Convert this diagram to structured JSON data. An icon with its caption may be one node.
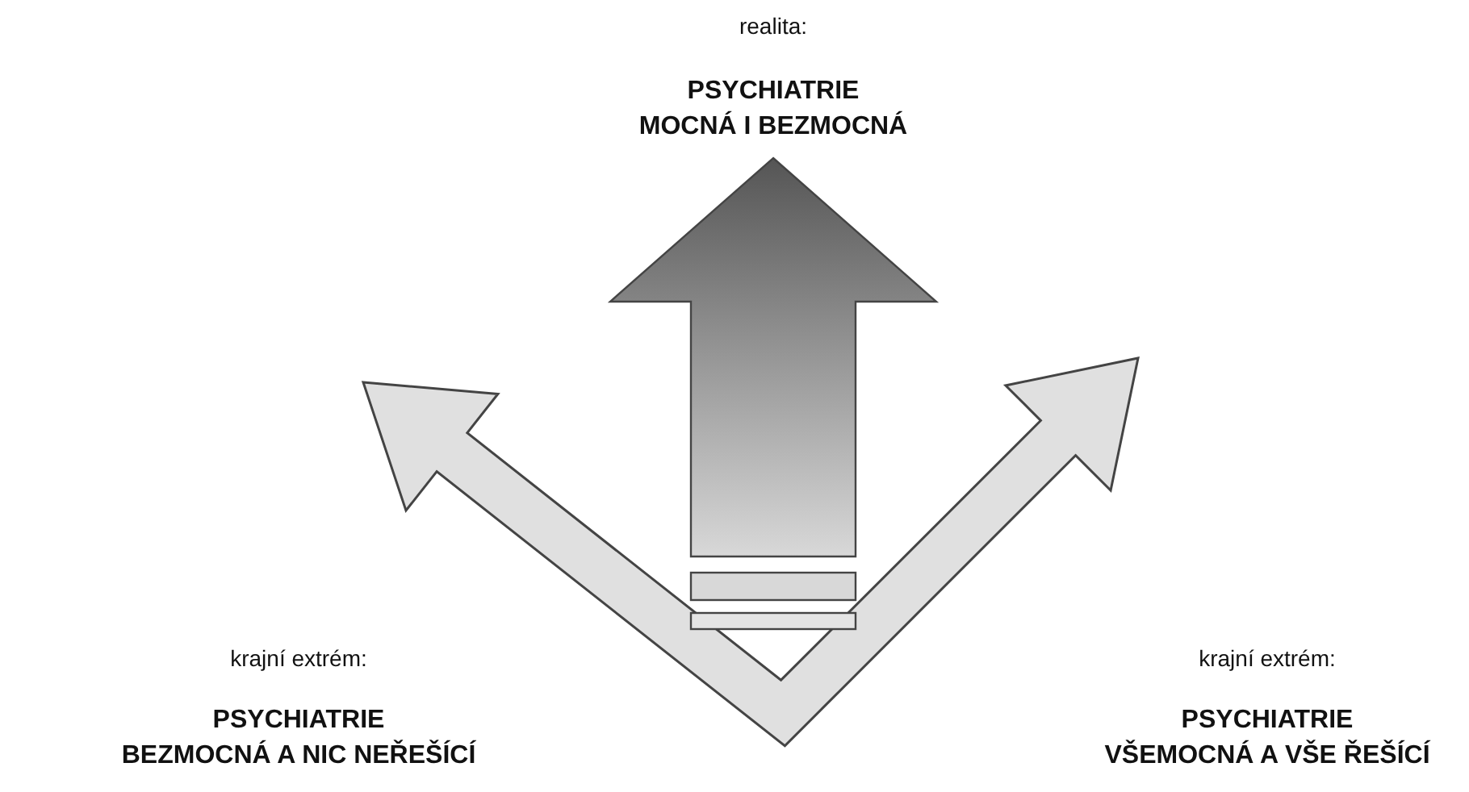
{
  "diagram": {
    "labels": [
      "realita:",
      "PSYCHIATRIE MOCNÁ I BEZMOCNÁ",
      "krajní extrém:",
      "PSYCHIATRIE BEZMOCNÁ A NIC NEŘEŠÍCÍ",
      "krajní extrém:",
      "PSYCHIATRIE VŠEMOCNÁ A VŠE ŘEŠÍCÍ"
    ]
  }
}
